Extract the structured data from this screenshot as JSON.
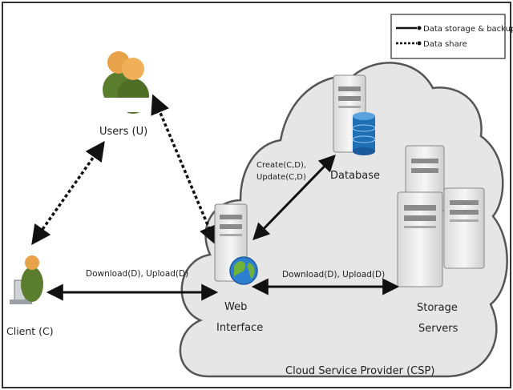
{
  "legend": {
    "solid_label": "Data storage & backup",
    "dotted_label": "Data share"
  },
  "nodes": {
    "users": "Users (U)",
    "client": "Client (C)",
    "database": "Database",
    "web_interface_line1": "Web",
    "web_interface_line2": "Interface",
    "storage_line1": "Storage",
    "storage_line2": "Servers"
  },
  "edges": {
    "client_web": "Download(D), Upload(D)",
    "web_storage": "Download(D), Upload(D)",
    "web_db_line1": "Create(C,D),",
    "web_db_line2": "Update(C,D)"
  },
  "cloud_label": "Cloud Service Provider (CSP)",
  "colors": {
    "border": "#333333",
    "cloud_fill": "#e6e6e6",
    "cloud_stroke": "#555555",
    "server_body": "#ececec",
    "server_dark": "#8a8a8a",
    "db_blue": "#1f6fb5",
    "person_skin": "#e8a24a",
    "person_shirt": "#5b7d2e",
    "globe_blue": "#2d7fd0",
    "globe_green": "#6fb23a"
  }
}
